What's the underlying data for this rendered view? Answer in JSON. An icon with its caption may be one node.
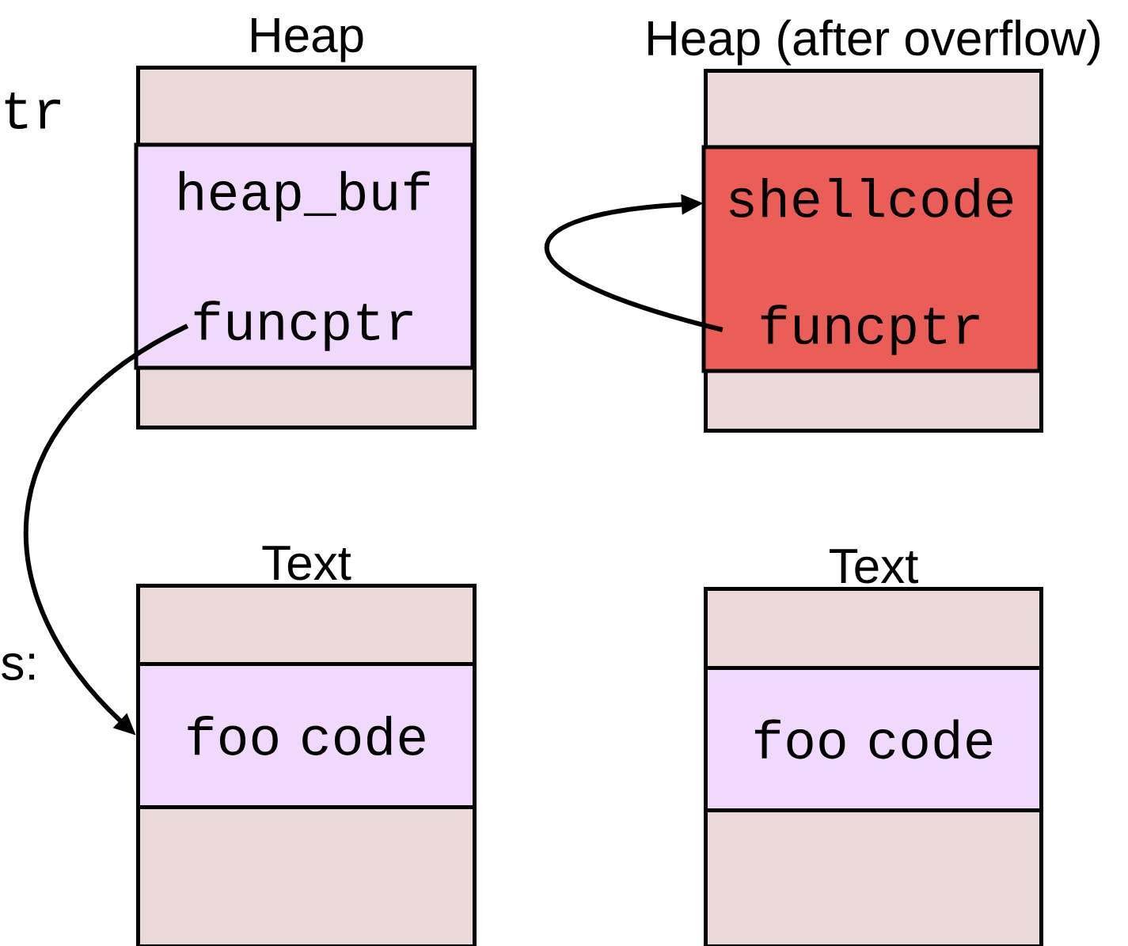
{
  "diagram": {
    "nodes": [
      {
        "text": [
          "Heap"
        ]
      },
      {
        "text": [
          "heap_buf"
        ],
        "in": 0
      },
      {
        "text": [
          "funcptr"
        ],
        "in": 1
      },
      {
        "text": [
          "Heap (after overflow)"
        ]
      },
      {
        "text": [
          "shellcode"
        ],
        "in": 3
      },
      {
        "text": [
          "funcptr"
        ],
        "in": 4
      },
      {
        "text": [
          "Text"
        ]
      },
      {
        "text": [
          "foo code"
        ],
        "in": 6
      },
      {
        "text": [
          "Text"
        ]
      },
      {
        "text": [
          "foo code"
        ],
        "in": 8
      }
    ],
    "edges": [
      {
        "from": 2,
        "to": 7,
        "arrow": "to"
      },
      {
        "from": 5,
        "to": 4,
        "arrow": "to"
      }
    ],
    "labels": [
      "tr",
      "s:"
    ]
  }
}
